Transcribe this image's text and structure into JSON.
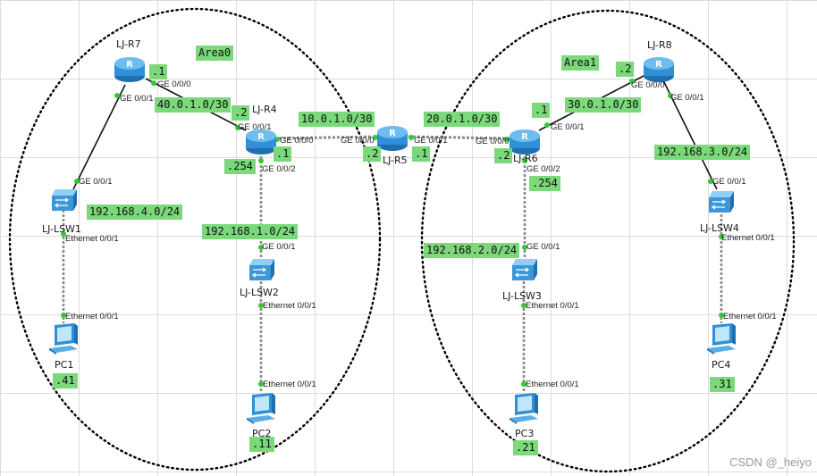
{
  "areas": [
    {
      "id": "area0",
      "label": "Area0"
    },
    {
      "id": "area1",
      "label": "Area1"
    }
  ],
  "devices": [
    {
      "id": "r7",
      "name": "LJ-R7",
      "type": "router"
    },
    {
      "id": "r4",
      "name": "LJ-R4",
      "type": "router"
    },
    {
      "id": "r5",
      "name": "LJ-R5",
      "type": "router"
    },
    {
      "id": "r6",
      "name": "LJ-R6",
      "type": "router"
    },
    {
      "id": "r8",
      "name": "LJ-R8",
      "type": "router"
    },
    {
      "id": "lsw1",
      "name": "LJ-LSW1",
      "type": "switch"
    },
    {
      "id": "lsw2",
      "name": "LJ-LSW2",
      "type": "switch"
    },
    {
      "id": "lsw3",
      "name": "LJ-LSW3",
      "type": "switch"
    },
    {
      "id": "lsw4",
      "name": "LJ-LSW4",
      "type": "switch"
    },
    {
      "id": "pc1",
      "name": "PC1",
      "type": "pc"
    },
    {
      "id": "pc2",
      "name": "PC2",
      "type": "pc"
    },
    {
      "id": "pc3",
      "name": "PC3",
      "type": "pc"
    },
    {
      "id": "pc4",
      "name": "PC4",
      "type": "pc"
    }
  ],
  "links": [
    {
      "from": "r7",
      "to": "r4",
      "from_port": "GE 0/0/0",
      "to_port": "GE 0/0/1"
    },
    {
      "from": "r7",
      "to": "lsw1",
      "from_port": "GE 0/0/1",
      "to_port": "GE 0/0/1"
    },
    {
      "from": "r4",
      "to": "r5",
      "from_port": "GE 0/0/0",
      "to_port": "GE 0/0/0"
    },
    {
      "from": "r4",
      "to": "lsw2",
      "from_port": "GE 0/0/2",
      "to_port": "GE 0/0/1"
    },
    {
      "from": "r5",
      "to": "r6",
      "from_port": "GE 0/0/1",
      "to_port": "GE 0/0/0"
    },
    {
      "from": "r6",
      "to": "r8",
      "from_port": "GE 0/0/1",
      "to_port": "GE 0/0/0"
    },
    {
      "from": "r6",
      "to": "lsw3",
      "from_port": "GE 0/0/2",
      "to_port": "GE 0/0/1"
    },
    {
      "from": "r8",
      "to": "lsw4",
      "from_port": "GE 0/0/1",
      "to_port": "GE 0/0/1"
    },
    {
      "from": "lsw1",
      "to": "pc1",
      "from_port": "Ethernet 0/0/1",
      "to_port": "Ethernet 0/0/1"
    },
    {
      "from": "lsw2",
      "to": "pc2",
      "from_port": "Ethernet 0/0/1",
      "to_port": "Ethernet 0/0/1"
    },
    {
      "from": "lsw3",
      "to": "pc3",
      "from_port": "Ethernet 0/0/1",
      "to_port": "Ethernet 0/0/1"
    },
    {
      "from": "lsw4",
      "to": "pc4",
      "from_port": "Ethernet 0/0/1",
      "to_port": "Ethernet 0/0/1"
    }
  ],
  "subnets": {
    "r7_r4": "40.0.1.0/30",
    "r4_r5": "10.0.1.0/30",
    "r5_r6": "20.0.1.0/30",
    "r6_r8": "30.0.1.0/30",
    "lan1": "192.168.4.0/24",
    "lan2": "192.168.1.0/24",
    "lan3": "192.168.2.0/24",
    "lan4": "192.168.3.0/24"
  },
  "host_octets": {
    "r7_to_r4": ".1",
    "r4_to_r7": ".2",
    "r4_to_r5": ".1",
    "r4_lan": ".254",
    "r5_to_r4": ".2",
    "r5_to_r6": ".1",
    "r6_to_r5": ".2",
    "r6_to_r8": ".1",
    "r6_lan": ".254",
    "r8_to_r6": ".2",
    "pc1": ".41",
    "pc2": ".11",
    "pc3": ".21",
    "pc4": ".31"
  },
  "watermark": "CSDN @_heiyo",
  "colors": {
    "label_bg": "#7bd97b",
    "router_fill": "#2f8fd8",
    "switch_fill": "#4aa3df",
    "link": "#000000"
  }
}
